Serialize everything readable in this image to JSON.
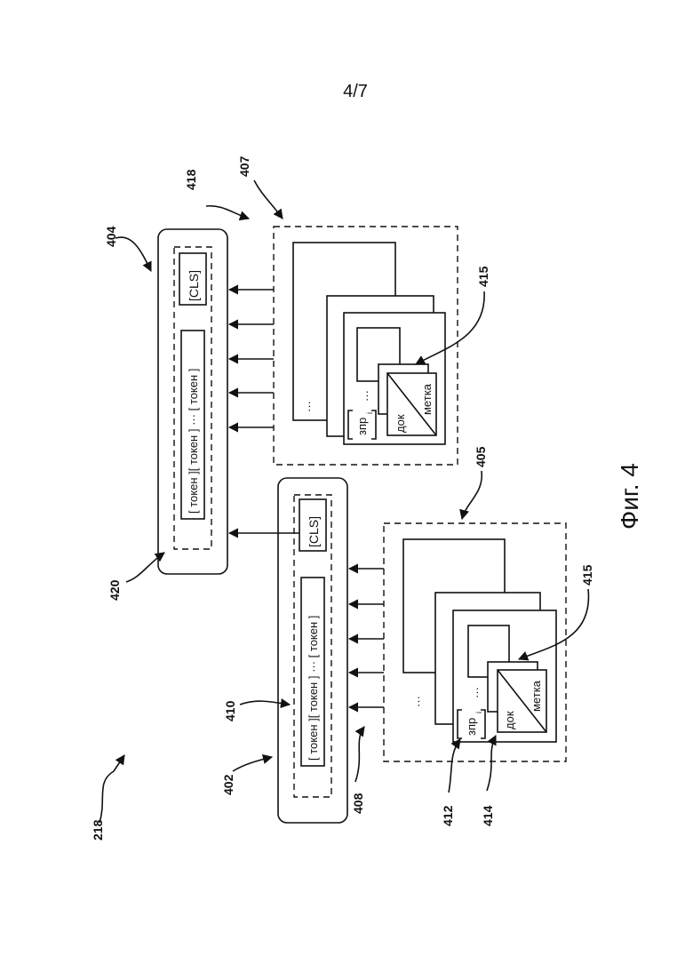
{
  "page_number": "4/7",
  "figure_caption": "Фиг. 4",
  "refs": {
    "r218": "218",
    "r404": "404",
    "r418": "418",
    "r407": "407",
    "r402": "402",
    "r410": "410",
    "r420": "420",
    "r408": "408",
    "r405": "405",
    "r415a": "415",
    "r415b": "415",
    "r412": "412",
    "r414": "414"
  },
  "encoder_upper": {
    "tokens_text": "[ токен ][ токен ] ··· [ токен ]",
    "cls": "[CLS]"
  },
  "encoder_lower": {
    "tokens_text": "[ токен ][ токен ] ··· [ токен ]",
    "cls": "[CLS]"
  },
  "input_upper": {
    "dots": "···",
    "query": "зпр",
    "query_sub": "i",
    "doc": "док",
    "label": "метка",
    "inner_dots": "···"
  },
  "input_lower": {
    "dots": "···",
    "query": "зпр",
    "query_sub": "i",
    "doc": "док",
    "label": "метка",
    "inner_dots": "···"
  }
}
